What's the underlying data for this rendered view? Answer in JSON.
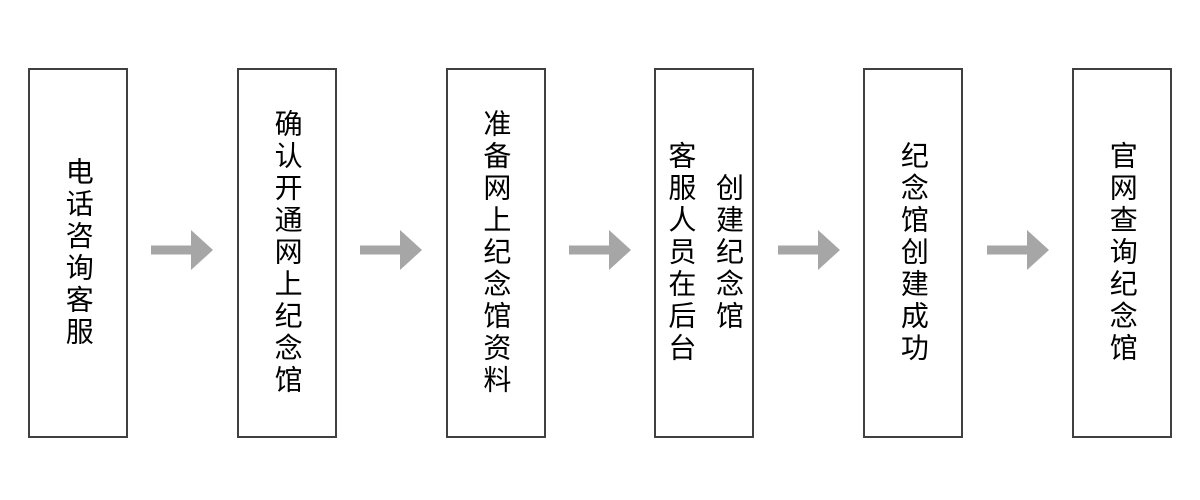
{
  "page": {
    "background": "#ffffff"
  },
  "flowchart": {
    "box_border_color": "#404040",
    "box_fill_color": "#ffffff",
    "text_color": "#000000",
    "arrow_color": "#a6a6a6",
    "arrow_icon": "right-arrow",
    "steps": [
      {
        "lines": [
          "电话咨询客服"
        ]
      },
      {
        "lines": [
          "确认开通网上纪念馆"
        ]
      },
      {
        "lines": [
          "准备网上纪念馆资料"
        ]
      },
      {
        "lines": [
          "客服人员在后台",
          "创建纪念馆"
        ]
      },
      {
        "lines": [
          "纪念馆创建成功"
        ]
      },
      {
        "lines": [
          "官网查询纪念馆"
        ]
      }
    ]
  }
}
